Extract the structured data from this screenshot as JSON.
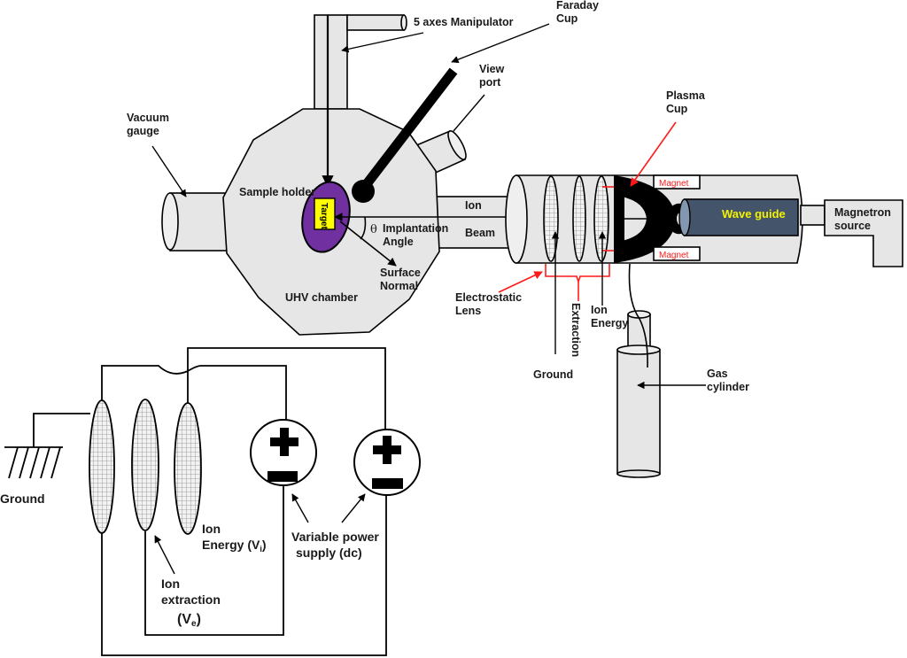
{
  "figure": {
    "title": "Microwave ECR plasma ion source and UHV implantation chamber schematic",
    "colors": {
      "chamber_fill": "#e6e6e6",
      "outline": "#000000",
      "sample_holder": "#7030a0",
      "target": "#ffff00",
      "wave_guide": "#44546a",
      "wave_guide_text": "#f2f200",
      "annotation_red": "#ff1a1a"
    }
  },
  "labels": {
    "manipulator": "5 axes Manipulator",
    "faraday_cup": [
      "Faraday",
      "Cup"
    ],
    "view_port": [
      "View",
      "port"
    ],
    "vacuum_gauge": [
      "Vacuum",
      "gauge"
    ],
    "sample_holder": "Sample holder",
    "target": "Target",
    "theta": "θ",
    "implantation_angle": [
      "Implantation",
      "Angle"
    ],
    "surface_normal": [
      "Surface",
      "Normal"
    ],
    "uhv_chamber": "UHV chamber",
    "ion_beam": [
      "Ion",
      "Beam"
    ],
    "plasma_cup": [
      "Plasma",
      "Cup"
    ],
    "magnet_top": "Magnet",
    "magnet_bottom": "Magnet",
    "wave_guide": "Wave guide",
    "magnetron_source": [
      "Magnetron",
      "source"
    ],
    "electrostatic_lens": [
      "Electrostatic",
      "Lens"
    ],
    "extraction": "Extraction",
    "ion_energy": [
      "Ion",
      "Energy"
    ],
    "ground_lens": "Ground",
    "gas_cylinder": [
      "Gas",
      "cylinder"
    ]
  },
  "circuit": {
    "ground": "Ground",
    "ion_energy": [
      "Ion",
      "Energy (V",
      "i",
      ")"
    ],
    "ion_extraction": [
      "Ion",
      "extraction",
      "(V",
      "e",
      ")"
    ],
    "power_supply": [
      "Variable power",
      "supply (dc)"
    ],
    "supplies": [
      {
        "name": "supply-1",
        "polarity": [
          "+",
          "−"
        ]
      },
      {
        "name": "supply-2",
        "polarity": [
          "+",
          "−"
        ]
      }
    ]
  }
}
